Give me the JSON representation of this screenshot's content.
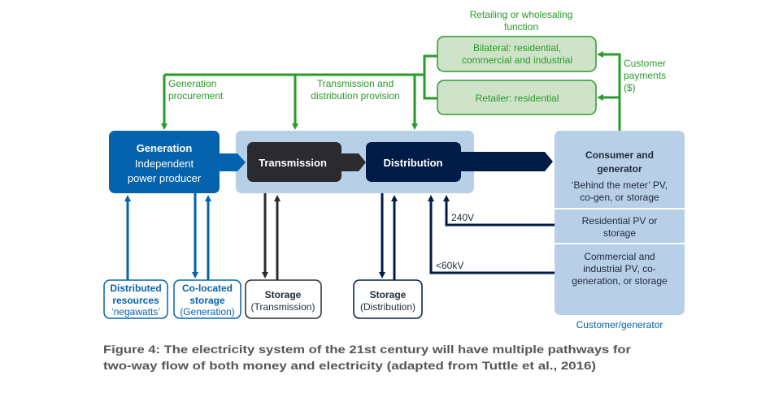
{
  "colors": {
    "green": "#2a9a2a",
    "green_fill": "#cfe3c8",
    "blue": "#0563ae",
    "light_blue": "#b8cfe8",
    "dark_gray": "#2b2a2e",
    "navy": "#001b45"
  },
  "retail": {
    "heading": [
      "Retailing or wholesaling",
      "function"
    ],
    "bilateral": [
      "Bilateral: residential,",
      "commercial and industrial"
    ],
    "retailer": "Retailer: residential",
    "customer_payments": [
      "Customer",
      "payments",
      "($)"
    ]
  },
  "flows": {
    "generation_procurement": [
      "Generation",
      "procurement"
    ],
    "td_provision": [
      "Transmission and",
      "distribution provision"
    ]
  },
  "generation": {
    "title": "Generation",
    "subtitle": [
      "Independent",
      "power producer"
    ]
  },
  "transmission": "Transmission",
  "distribution": "Distribution",
  "consumer": {
    "title": [
      "Consumer and",
      "generator"
    ],
    "behind_meter": [
      "‘Behind the meter’ PV,",
      "co-gen, or storage"
    ],
    "residential": [
      "Residential PV or",
      "storage"
    ],
    "commercial": [
      "Commercial and",
      "industrial PV, co-",
      "generation, or storage"
    ],
    "caption": "Customer/generator"
  },
  "voltages": {
    "low": "240V",
    "medium": "<60kV"
  },
  "storage": {
    "distributed": [
      "Distributed",
      "resources",
      "‘negawatts’"
    ],
    "colocated": [
      "Co-located",
      "storage",
      "(Generation)"
    ],
    "transmission": [
      "Storage",
      "(Transmission)"
    ],
    "distribution": [
      "Storage",
      "(Distribution)"
    ]
  },
  "figure_caption": [
    "Figure 4: The electricity system of the 21st century will have multiple pathways for",
    "two-way flow of both money and electricity (adapted from Tuttle et al., 2016)"
  ]
}
